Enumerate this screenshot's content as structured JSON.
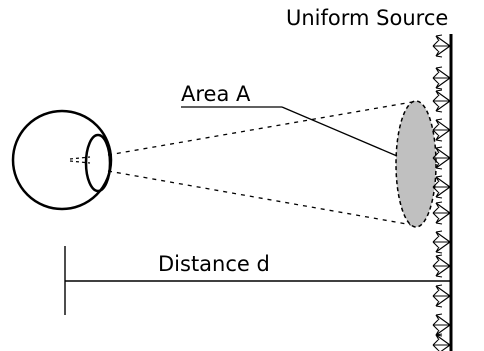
{
  "labels": {
    "source": "Uniform Source",
    "area": "Area A",
    "distance": "Distance d"
  },
  "colors": {
    "line": "#000000",
    "area_fill": "#c0c0c0",
    "background": "#ffffff"
  },
  "icons": {
    "eye": "eye-icon",
    "arrow": "double-arrow-icon"
  }
}
